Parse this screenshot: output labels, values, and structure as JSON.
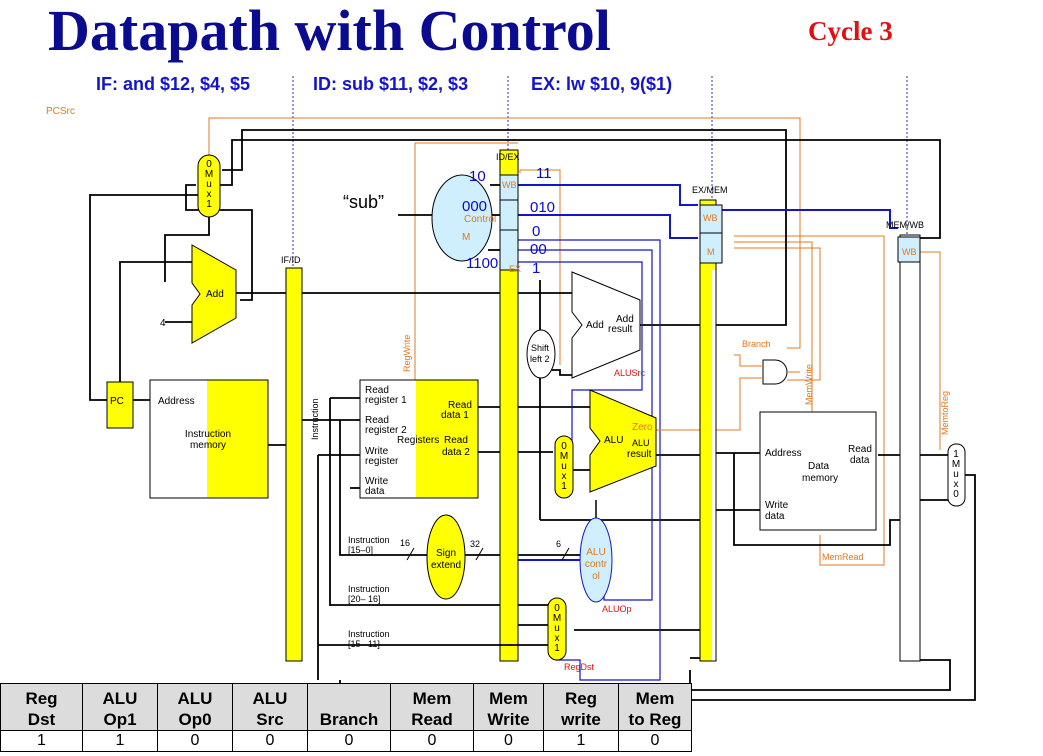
{
  "title": "Datapath with Control",
  "cycle": "Cycle 3",
  "stages": {
    "if": "IF: and $12, $4, $5",
    "id": "ID: sub $11, $2, $3",
    "ex": "EX: lw $10, 9($1)"
  },
  "labels": {
    "pcsrc": "PCSrc",
    "mux_top": [
      "0",
      "M",
      "u",
      "x",
      "1"
    ],
    "add": "Add",
    "four": "4",
    "pc": "PC",
    "address": "Address",
    "instr_mem": [
      "Instruction",
      "memory"
    ],
    "if_id": "IF/ID",
    "instruction": "Instruction",
    "sub": "“sub”",
    "control": "Control",
    "id_ex": "ID/EX",
    "ex_mem": "EX/MEM",
    "mem_wb": "MEM/WB",
    "wb": "WB",
    "m": "M",
    "ex": "EX",
    "val_10": "10",
    "val_11": "11",
    "val_000": "000",
    "val_010": "010",
    "val_0": "0",
    "val_00": "00",
    "val_1100": "1100",
    "val_1": "1",
    "regwrite": "RegWrite",
    "read_reg1": [
      "Read",
      "register 1"
    ],
    "read_reg2": [
      "Read",
      "register 2"
    ],
    "write_reg": [
      "Write",
      "register"
    ],
    "write_data": [
      "Write",
      "data"
    ],
    "registers": "Registers",
    "read_data1": [
      "Read",
      "data 1"
    ],
    "read_data2": [
      "Read",
      "data 2"
    ],
    "shift": [
      "Shift",
      "left 2"
    ],
    "add_result": [
      "Add",
      "result"
    ],
    "branch": "Branch",
    "alusrc": "ALUSrc",
    "alu": "ALU",
    "zero": "Zero",
    "alu_result": [
      "ALU",
      "result"
    ],
    "memwrite": "MemWrite",
    "memtoreg": "MemtoReg",
    "data_mem": [
      "Data",
      "memory"
    ],
    "read_data": [
      "Read",
      "data"
    ],
    "memread": "MemRead",
    "instr_15_0": [
      "Instruction",
      "[15–0]"
    ],
    "n16": "16",
    "n32": "32",
    "n6": "6",
    "sign_extend": [
      "Sign",
      "extend"
    ],
    "alu_control": [
      "ALU",
      "contr",
      "ol"
    ],
    "instr_20_16": [
      "Instruction",
      "[20– 16]"
    ],
    "instr_15_11": [
      "Instruction",
      "[15– 11]"
    ],
    "aluop": "ALUOp",
    "regdst": "RegDst",
    "mux_alusrc": [
      "0",
      "M",
      "u",
      "x",
      "1"
    ],
    "mux_regdst": [
      "0",
      "M",
      "u",
      "x",
      "1"
    ],
    "mux_wb": [
      "1",
      "M",
      "u",
      "x",
      "0"
    ]
  },
  "table": {
    "headers": [
      [
        "Reg",
        "Dst"
      ],
      [
        "ALU",
        "Op1"
      ],
      [
        "ALU",
        "Op0"
      ],
      [
        "ALU",
        "Src"
      ],
      [
        "",
        "Branch"
      ],
      [
        "Mem",
        "Read"
      ],
      [
        "Mem",
        "Write"
      ],
      [
        "Reg",
        "write"
      ],
      [
        "Mem",
        "to Reg"
      ]
    ],
    "values": [
      "1",
      "1",
      "0",
      "0",
      "0",
      "0",
      "0",
      "1",
      "0"
    ]
  },
  "colors": {
    "title": "#0b0b8f",
    "cycle": "#e01010",
    "stage": "#1414c8",
    "control_signal": "#e07820",
    "pipe_reg": "#ffff00",
    "control_unit": "#cfefff",
    "blue_value": "#0a0ad0"
  }
}
